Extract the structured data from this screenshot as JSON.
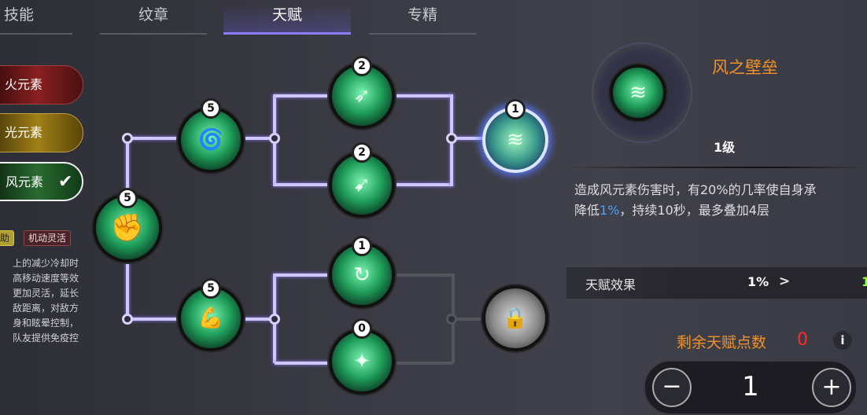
{
  "tabs": [
    {
      "label": "技能"
    },
    {
      "label": "纹章"
    },
    {
      "label": "天赋"
    },
    {
      "label": "专精"
    }
  ],
  "active_tab": "天赋",
  "elements": [
    {
      "label": "火元素",
      "color": "#7a1f1f"
    },
    {
      "label": "光元素",
      "color": "#8a6a10"
    },
    {
      "label": "风元素",
      "color": "#1f5a2a",
      "selected": true
    }
  ],
  "tags": [
    "助",
    "机动灵活"
  ],
  "description_lines": [
    "上的减少冷却时",
    "高移动速度等效",
    "更加灵活，延长",
    "敌距离，对敌方",
    "身和眩晕控制，",
    "队友提供免疫控"
  ],
  "nodes": [
    {
      "points": "5"
    },
    {
      "points": "5"
    },
    {
      "points": "2"
    },
    {
      "points": "2"
    },
    {
      "points": "1"
    },
    {
      "points": "5"
    },
    {
      "points": "1"
    },
    {
      "points": "0"
    },
    {
      "locked": true
    }
  ],
  "detail": {
    "title": "风之壁垒",
    "level": "1级",
    "desc_line1": "造成风元素伤害时，有20%的几率使自身承",
    "desc_line2_pre": "降低",
    "desc_line2_hl": "1%",
    "desc_line2_post": "，持续10秒，最多叠加4层",
    "effect_label": "天赋效果",
    "effect_current": "1%",
    "effect_arrow": ">",
    "effect_next": "1",
    "remaining_label": "剩余天赋点数",
    "remaining_value": "0",
    "info": "i",
    "stepper_value": "1",
    "minus": "−",
    "plus": "+"
  },
  "colors": {
    "accent": "#8a7cff",
    "title": "#f0922a",
    "highlight": "#4aa0ff",
    "remaining": "#ff2a2a",
    "next": "#8cff3a"
  }
}
